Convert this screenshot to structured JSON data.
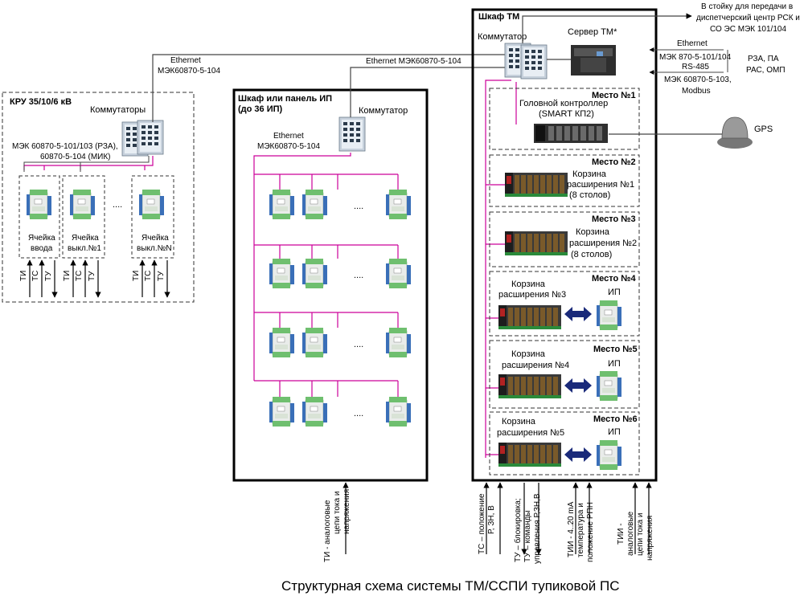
{
  "caption": "Структурная схема системы ТМ/ССПИ тупиковой ПС",
  "kru": {
    "title": "КРУ 35/10/6 кВ",
    "switches_label": "Коммутаторы",
    "protocol_1": "МЭК 60870-5-101/103 (РЗА),",
    "protocol_2": "60870-5-104 (МИК)",
    "eth_1": "Ethernet",
    "eth_2": "МЭК60870-5-104",
    "cells": [
      {
        "l1": "Ячейка",
        "l2": "ввода"
      },
      {
        "l1": "Ячейка",
        "l2": "выкл.№1"
      },
      {
        "l1": "Ячейка",
        "l2": "выкл.№N"
      }
    ],
    "dots": "....",
    "signals": [
      "ТИ",
      "ТС",
      "ТУ"
    ]
  },
  "ip_cabinet": {
    "title_1": "Шкаф или панель ИП",
    "title_2": "(до 36 ИП)",
    "switch_label": "Коммутатор",
    "eth_1": "Ethernet",
    "eth_2": "МЭК60870-5-104",
    "dots": "....",
    "input_1": "ТИ - аналоговые",
    "input_2": "цепи тока и",
    "input_3": "напряжения"
  },
  "tm_cabinet": {
    "title": "Шкаф ТМ",
    "switch_label": "Коммутатор",
    "server_label": "Сервер ТМ*",
    "uplink_eth": "Ethernet МЭК60870-5-104",
    "dispatch_1": "В стойку для передачи в",
    "dispatch_2": "диспетчерский центр РСК и",
    "dispatch_3": "СО ЭС МЭК 101/104",
    "ext_eth": "Ethernet",
    "ext_iec": "МЭК 870-5-101/104",
    "ext_rs": "RS-485",
    "ext_modbus_1": "МЭК 60870-5-103,",
    "ext_modbus_2": "Modbus",
    "ext_targets_1": "РЗА, ПА",
    "ext_targets_2": "РАС, ОМП",
    "gps": "GPS",
    "places": [
      {
        "title": "Место №1",
        "l1": "Головной контроллер",
        "l2": "(SMART КП2)"
      },
      {
        "title": "Место №2",
        "l1": "Корзина",
        "l2": "расширения №1",
        "l3": "(8 столов)"
      },
      {
        "title": "Место №3",
        "l1": "Корзина",
        "l2": "расширения №2",
        "l3": "(8 столов)"
      },
      {
        "title": "Место №4",
        "l1": "Корзина",
        "l2": "расширения №3",
        "ip": "ИП"
      },
      {
        "title": "Место №5",
        "l1": "Корзина",
        "l2": "расширения №4",
        "ip": "ИП"
      },
      {
        "title": "Место №6",
        "l1": "Корзина",
        "l2": "расширения №5",
        "ip": "ИП"
      }
    ],
    "inputs": [
      {
        "l1": "ТС – положение",
        "l2": "Р, ЗН, В"
      },
      {
        "l1": "ТУ – блокировка;",
        "l2": "ТУ – команды",
        "l3": "управления Р,ЗН,В"
      },
      {
        "l1": "ТИИ - 4..20 mA",
        "l2": "температура и",
        "l3": "положение РПН"
      },
      {
        "l1": "ТИИ -",
        "l2": "аналоговые",
        "l3": "цепи тока и",
        "l4": "напряжения"
      }
    ]
  },
  "colors": {
    "bus": "#cc0099",
    "wire": "#444444",
    "module_green": "#6fbf6f",
    "module_blue": "#3a6fb8",
    "arrow": "#1a2a7a"
  }
}
